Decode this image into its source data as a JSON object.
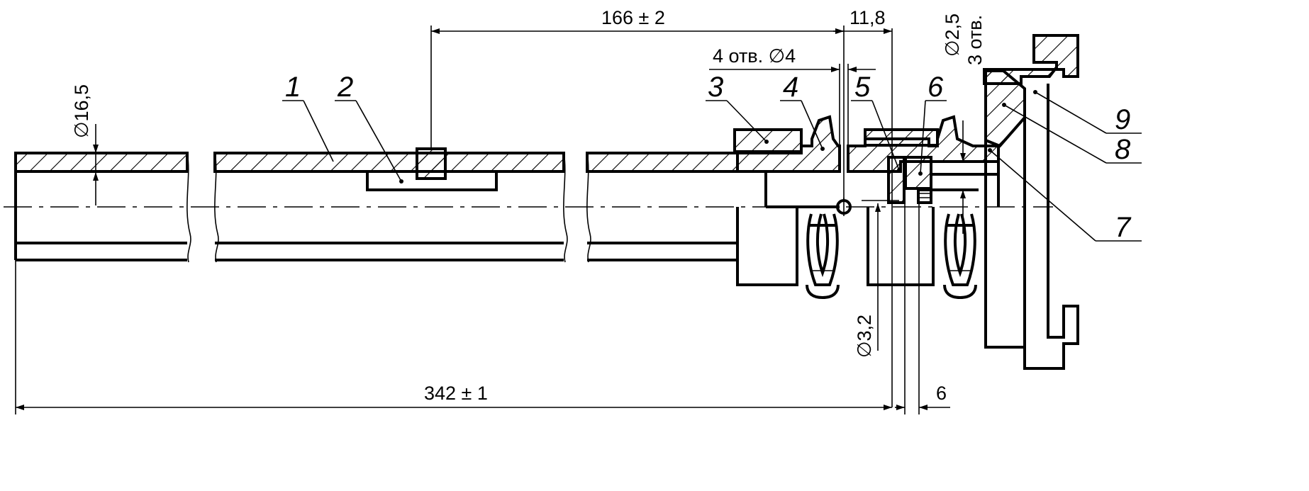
{
  "dimensions": {
    "d_16_5": "∅16,5",
    "len_166": "166 ± 2",
    "len_11_8": "11,8",
    "holes_4": "4 отв. ∅4",
    "d_2_5": "∅2,5",
    "holes_3": "3 отв.",
    "d_3_2": "∅3,2",
    "len_342": "342 ± 1",
    "len_6": "6"
  },
  "labels": [
    "1",
    "2",
    "3",
    "4",
    "5",
    "6",
    "7",
    "8",
    "9"
  ]
}
